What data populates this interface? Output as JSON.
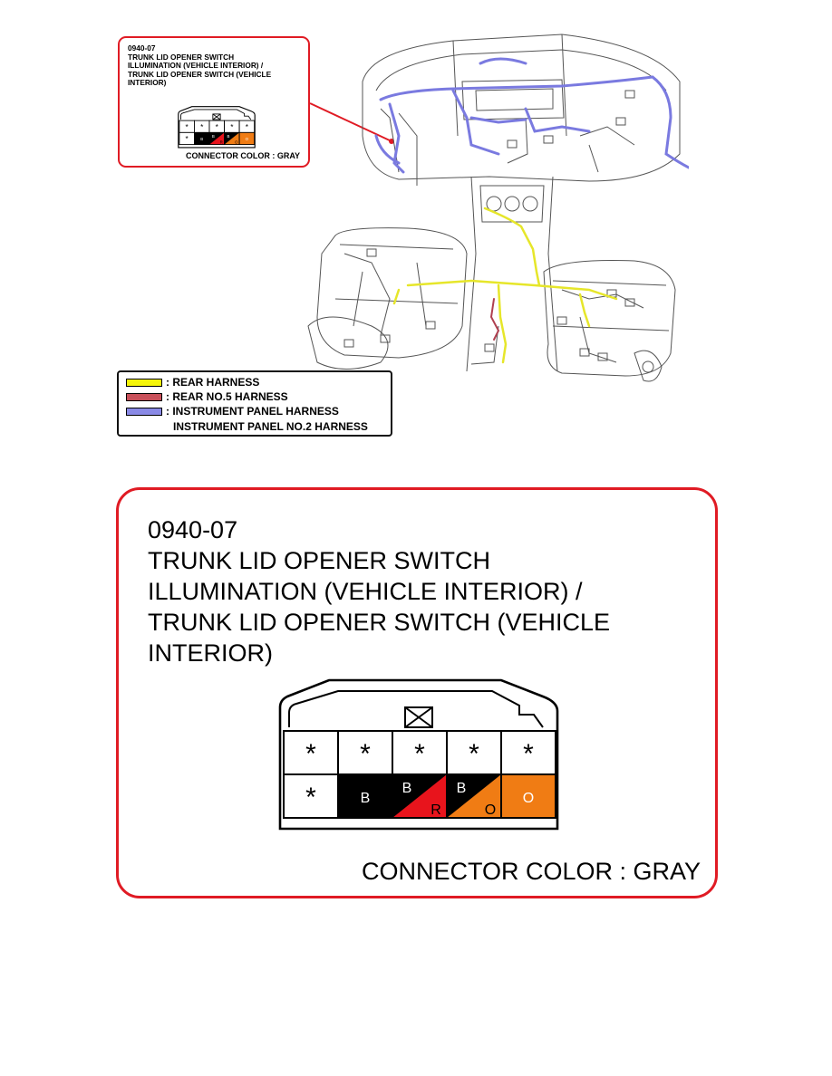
{
  "connector": {
    "code": "0940-07",
    "title_lines": [
      "TRUNK LID OPENER SWITCH",
      "ILLUMINATION (VEHICLE INTERIOR) /",
      "TRUNK LID OPENER SWITCH (VEHICLE",
      "INTERIOR)"
    ],
    "connector_color_text": "CONNECTOR COLOR : GRAY",
    "lock_symbol": "lock-box-x-icon",
    "pin_rows": [
      [
        {
          "label": "*",
          "fill": "#ffffff",
          "type": "empty"
        },
        {
          "label": "*",
          "fill": "#ffffff",
          "type": "empty"
        },
        {
          "label": "*",
          "fill": "#ffffff",
          "type": "empty"
        },
        {
          "label": "*",
          "fill": "#ffffff",
          "type": "empty"
        },
        {
          "label": "*",
          "fill": "#ffffff",
          "type": "empty"
        }
      ],
      [
        {
          "label": "*",
          "fill": "#ffffff",
          "type": "empty"
        },
        {
          "label": "B",
          "fill": "#000000",
          "type": "solid"
        },
        {
          "label": "B",
          "label2": "R",
          "fill": "#000000",
          "fill2": "#e8141c",
          "type": "split"
        },
        {
          "label": "B",
          "label2": "O",
          "fill": "#000000",
          "fill2": "#f07c14",
          "type": "split"
        },
        {
          "label": "O",
          "fill": "#f07c14",
          "type": "solid"
        }
      ]
    ]
  },
  "legend": {
    "items": [
      {
        "label": ": REAR HARNESS",
        "color": "#f5f50a"
      },
      {
        "label": ": REAR NO.5 HARNESS",
        "color": "#c8505a"
      },
      {
        "label": ": INSTRUMENT PANEL HARNESS",
        "color": "#8a8ae6"
      }
    ],
    "extra_line": "INSTRUMENT PANEL NO.2 HARNESS"
  },
  "colors": {
    "callout_border": "#e01b24",
    "rear_harness": "#e8e830",
    "rear_no5_harness": "#b04050",
    "instrument_panel_harness": "#7a7ae0"
  }
}
